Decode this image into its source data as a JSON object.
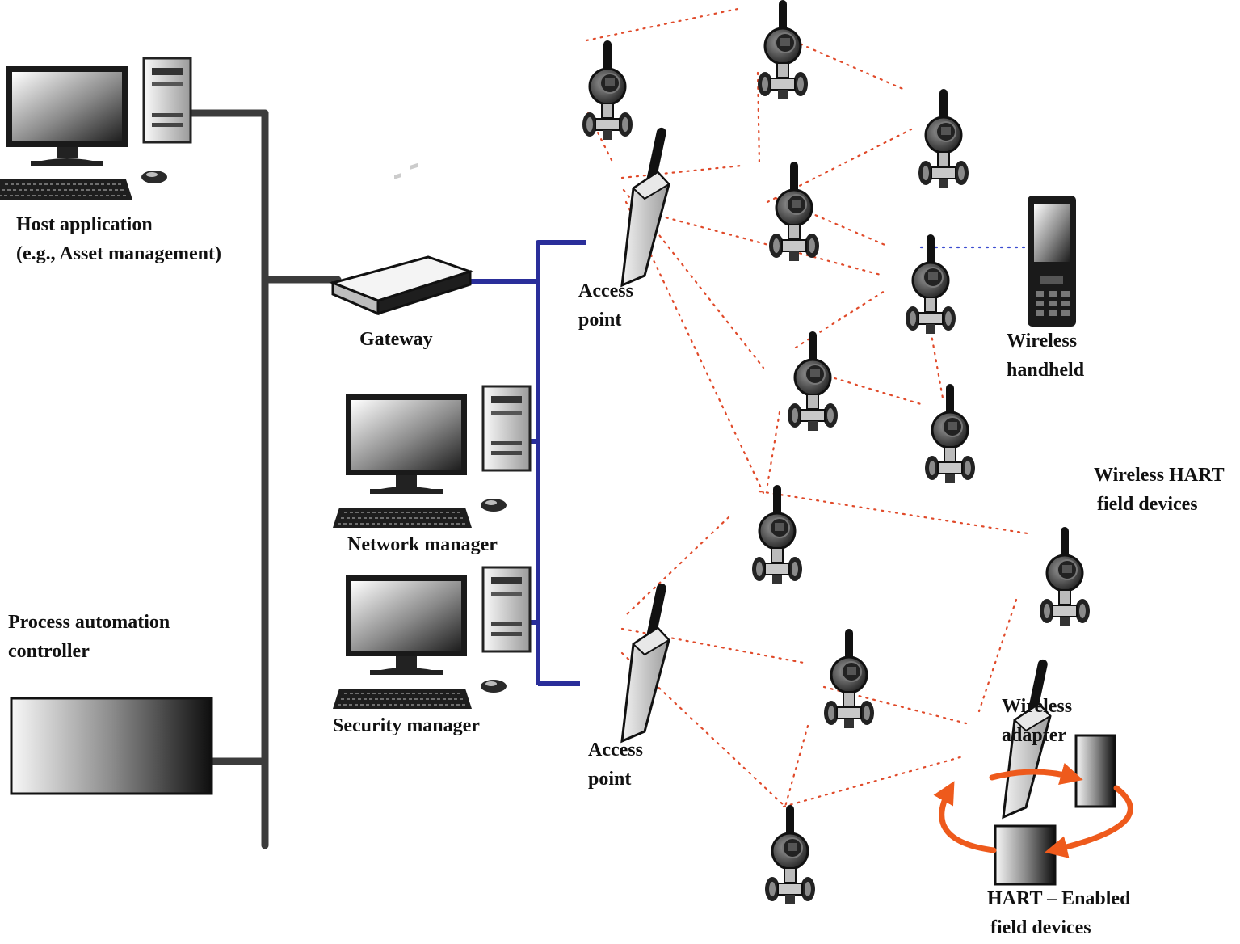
{
  "labels": {
    "host_application": [
      "Host application",
      "(e.g., Asset management)"
    ],
    "gateway": "Gateway",
    "network_manager": "Network manager",
    "security_manager": "Security manager",
    "process_controller": [
      "Process automation",
      "controller"
    ],
    "access_point_top": [
      "Access",
      "point"
    ],
    "access_point_bottom": [
      "Access",
      "point"
    ],
    "wireless_handheld": [
      "Wireless",
      "handheld"
    ],
    "wirelesshart_field_devices": [
      "Wireless HART",
      "field devices"
    ],
    "wireless_adapter": [
      "Wireless",
      "adapter"
    ],
    "hart_enabled_field_devices": [
      "HART – Enabled",
      "field devices"
    ]
  },
  "colors": {
    "wired_backbone": "#3c3c3c",
    "wired_manager_bus": "#2a2e9a",
    "mesh_link": "#e04a2a",
    "handheld_link": "#3a4bd0",
    "hart_loop": "#ee5a1c"
  },
  "icons": {
    "computer": "desktop-computer-icon",
    "gateway": "gateway-router-icon",
    "access_point": "access-point-antenna-icon",
    "field_device": "wireless-transmitter-icon",
    "handheld": "wireless-handheld-icon",
    "controller": "process-controller-icon",
    "hart_device": "hart-field-device-icon"
  }
}
